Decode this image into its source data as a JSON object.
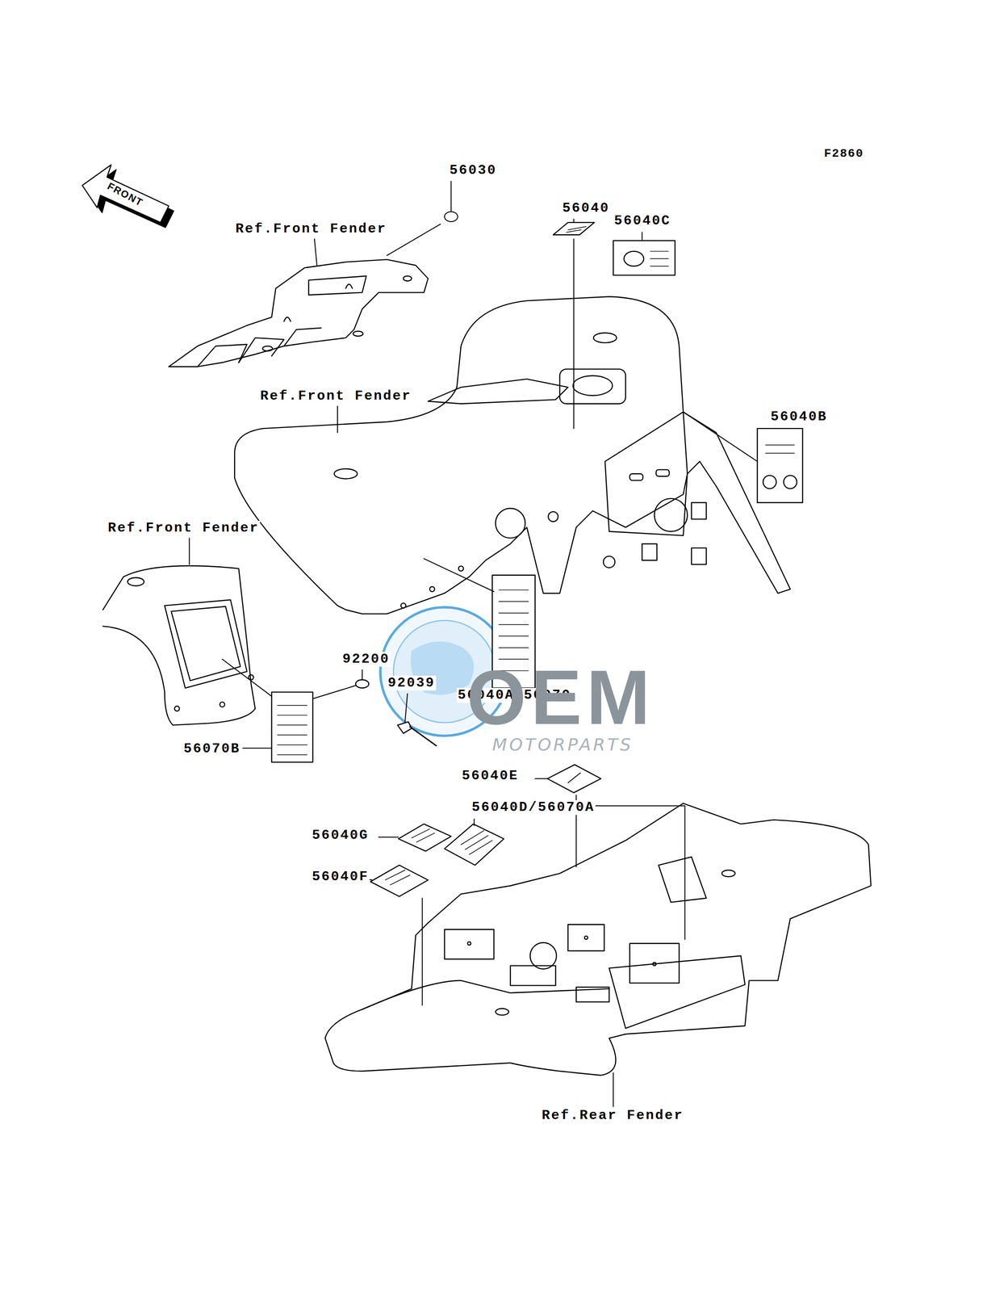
{
  "diagram": {
    "labels": [
      "F2860",
      "FRONT",
      "56030",
      "Ref.Front Fender",
      "56040",
      "56040C",
      "Ref.Front Fender",
      "56040B",
      "Ref.Front Fender",
      "92200",
      "92039",
      "56040A/56070",
      "56070B",
      "56040E",
      "56040D/56070A",
      "56040G",
      "56040F",
      "Ref.Rear Fender",
      "OEM",
      "MOTORPARTS"
    ]
  }
}
